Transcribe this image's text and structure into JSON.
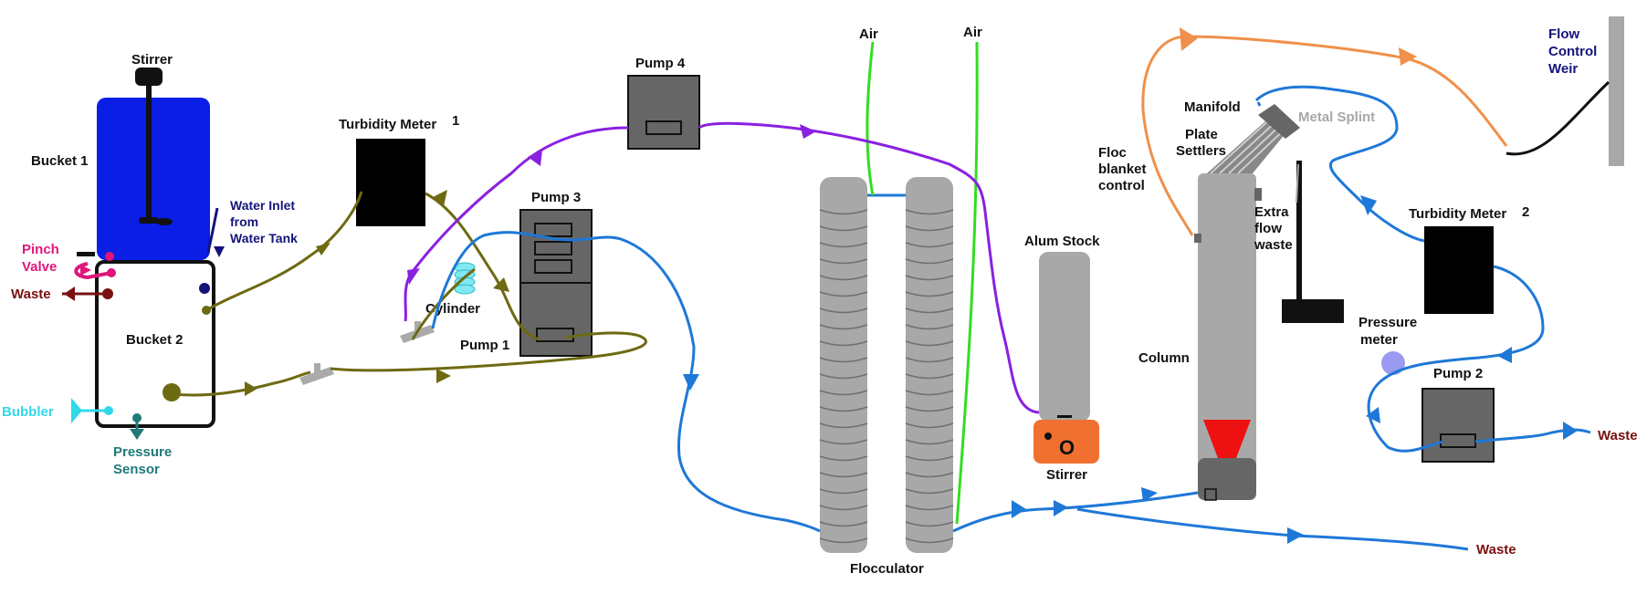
{
  "labels": {
    "stirrer_top": "Stirrer",
    "bucket1": "Bucket 1",
    "water_inlet_1": "Water Inlet",
    "water_inlet_2": "from",
    "water_inlet_3": "Water Tank",
    "pinch_1": "Pinch",
    "pinch_2": "Valve",
    "waste_left": "Waste",
    "bucket2": "Bucket 2",
    "bubbler": "Bubbler",
    "pressure_sensor_1": "Pressure",
    "pressure_sensor_2": "Sensor",
    "turbidity_meter_1": "Turbidity Meter",
    "turbidity_meter_1_num": "1",
    "pump4": "Pump 4",
    "pump3": "Pump 3",
    "pump1": "Pump 1",
    "cylinder": "Cylinder",
    "air_1": "Air",
    "air_2": "Air",
    "flocculator": "Flocculator",
    "alum_stock": "Alum Stock",
    "stirrer_alum": "Stirrer",
    "floc_blanket_1": "Floc",
    "floc_blanket_2": "blanket",
    "floc_blanket_3": "control",
    "manifold": "Manifold",
    "metal_splint": "Metal Splint",
    "plate_settlers_1": "Plate",
    "plate_settlers_2": "Settlers",
    "extra_flow_1": "Extra",
    "extra_flow_2": "flow",
    "extra_flow_3": "waste",
    "column": "Column",
    "waste_bottom": "Waste",
    "flow_control_1": "Flow",
    "flow_control_2": "Control",
    "flow_control_3": "Weir",
    "turbidity_meter_2": "Turbidity Meter",
    "turbidity_meter_2_num": "2",
    "pressure_meter_1": "Pressure",
    "pressure_meter_2": "meter",
    "pump2": "Pump 2",
    "waste_right": "Waste"
  },
  "colors": {
    "blue_line": "#1e78d7",
    "purple_line": "#8a20e0",
    "olive_line": "#6e6a12",
    "orange_line": "#f0904a",
    "green_line": "#33dd22",
    "bucket_blue": "#0a1ee6",
    "pink": "#e0157a",
    "maroon": "#7a1010",
    "cyan": "#30d8e8",
    "teal": "#1e7a78",
    "navy": "#14147a",
    "grey": "#a8a8a8",
    "dark_grey": "#666666",
    "alum_orange": "#f07030",
    "red_cone": "#ee1111"
  }
}
